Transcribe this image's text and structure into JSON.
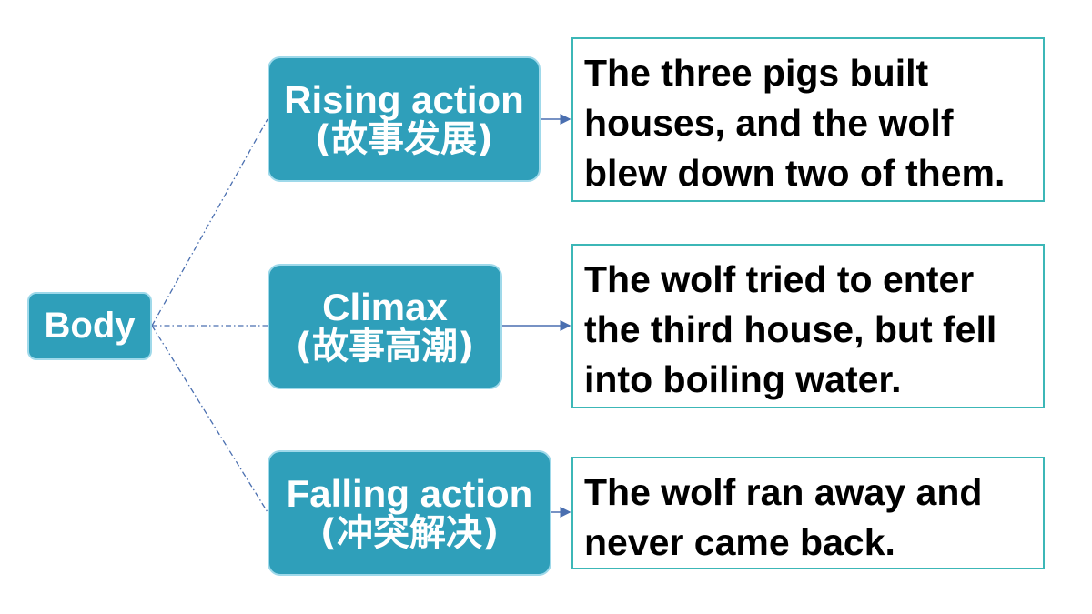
{
  "root": {
    "label": "Body"
  },
  "stages": [
    {
      "title": "Rising action",
      "subtitle": "(故事发展)",
      "description": "The three pigs built houses, and the wolf blew down two of them."
    },
    {
      "title": "Climax",
      "subtitle": "(故事高潮)",
      "description": "The wolf tried to enter the third house, but fell into boiling water."
    },
    {
      "title": "Falling action",
      "subtitle": "(冲突解决)",
      "description": "The wolf ran away and never came back."
    }
  ],
  "colors": {
    "node_fill": "#2f9fba",
    "node_border": "#9fd9ea",
    "box_border": "#3cb7b7",
    "connector": "#4a6fb0"
  }
}
